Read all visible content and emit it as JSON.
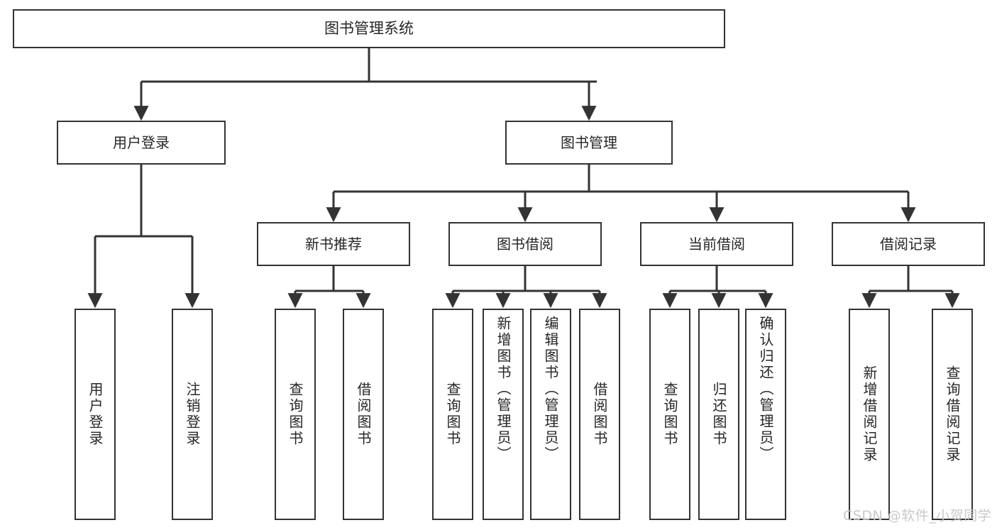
{
  "diagram": {
    "title": "图书管理系统",
    "type": "functional-structure-tree",
    "watermark": "CSDN @软件_小贺同学",
    "colors": {
      "box_border": "#333333",
      "box_fill": "#ffffff",
      "connector": "#333333",
      "text": "#262626",
      "watermark": "#c9c9c9",
      "background": "#ffffff"
    },
    "root": {
      "label": "图书管理系统"
    },
    "level2": [
      {
        "id": "user-login",
        "label": "用户登录"
      },
      {
        "id": "book-manage",
        "label": "图书管理"
      }
    ],
    "level3": [
      {
        "id": "new-book-rec",
        "label": "新书推荐"
      },
      {
        "id": "book-borrow",
        "label": "图书借阅"
      },
      {
        "id": "current-borrow",
        "label": "当前借阅"
      },
      {
        "id": "borrow-record",
        "label": "借阅记录"
      }
    ],
    "leaves": {
      "user_login": [
        {
          "id": "leaf-user-login",
          "label": "用户登录"
        },
        {
          "id": "leaf-logout-login",
          "label": "注销登录"
        }
      ],
      "new_book_rec": [
        {
          "id": "leaf-query-book-1",
          "label": "查询图书"
        },
        {
          "id": "leaf-borrow-book-1",
          "label": "借阅图书"
        }
      ],
      "book_borrow": [
        {
          "id": "leaf-query-book-2",
          "label": "查询图书"
        },
        {
          "id": "leaf-add-book",
          "label": "新增图书（管理员）"
        },
        {
          "id": "leaf-edit-book",
          "label": "编辑图书（管理员）"
        },
        {
          "id": "leaf-borrow-book-2",
          "label": "借阅图书"
        }
      ],
      "current_borrow": [
        {
          "id": "leaf-query-book-3",
          "label": "查询图书"
        },
        {
          "id": "leaf-return-book",
          "label": "归还图书"
        },
        {
          "id": "leaf-confirm-return",
          "label": "确认归还（管理员）"
        }
      ],
      "borrow_record": [
        {
          "id": "leaf-add-record",
          "label": "新增借阅记录"
        },
        {
          "id": "leaf-query-record",
          "label": "查询借阅记录"
        }
      ]
    }
  }
}
